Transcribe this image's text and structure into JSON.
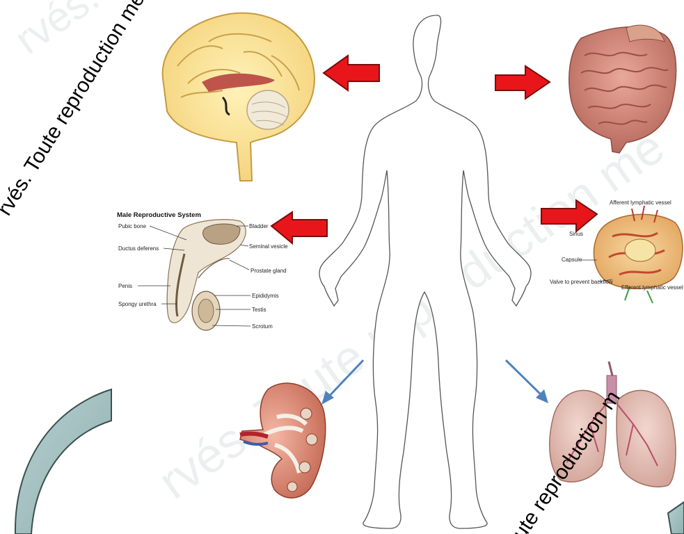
{
  "watermarks": {
    "top": "rvés. Toute reproduction me",
    "right": "ute reproduction m"
  },
  "reproductive": {
    "title": "Male Reproductive System",
    "labels": {
      "pubic_bone": "Pubic bone",
      "ductus_deferens": "Ductus deferens",
      "penis": "Penis",
      "spongy_urethra": "Spongy urethra",
      "bladder": "Bladder",
      "seminal_vesicle": "Seminal vesicle",
      "prostate": "Prostate gland",
      "epididymis": "Epididymis",
      "testis": "Testis",
      "scrotum": "Scrotum"
    }
  },
  "lymph_node": {
    "labels": {
      "afferent": "Afferent lymphatic vessel",
      "sinus": "Sinus",
      "capsule": "Capsule",
      "valve": "Valve to prevent backflow",
      "efferent": "Efferent lymphatic vessel"
    }
  },
  "colors": {
    "red_arrow": "#e8161a",
    "blue_arrow": "#4f81bd",
    "teal_shape": "#9cb8b8"
  }
}
